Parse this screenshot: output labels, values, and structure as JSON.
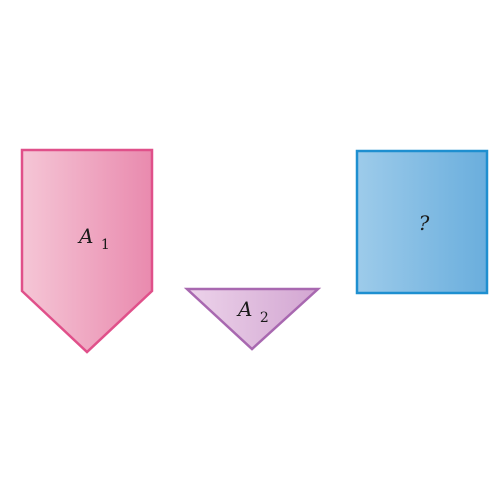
{
  "shapes": [
    {
      "id": "A1",
      "kind": "pentagon",
      "label_main": "A",
      "label_sub": "1",
      "fill_light": "#f5c6d6",
      "fill_dark": "#e98aae",
      "stroke": "#e0508a"
    },
    {
      "id": "A2",
      "kind": "triangle",
      "label_main": "A",
      "label_sub": "2",
      "fill_light": "#ecd3ea",
      "fill_dark": "#d3a6d2",
      "stroke": "#a868b0"
    },
    {
      "id": "unknown",
      "kind": "square",
      "label_main": "?",
      "fill_light": "#9dcbea",
      "fill_dark": "#6aaedd",
      "stroke": "#1e8fd0"
    }
  ]
}
